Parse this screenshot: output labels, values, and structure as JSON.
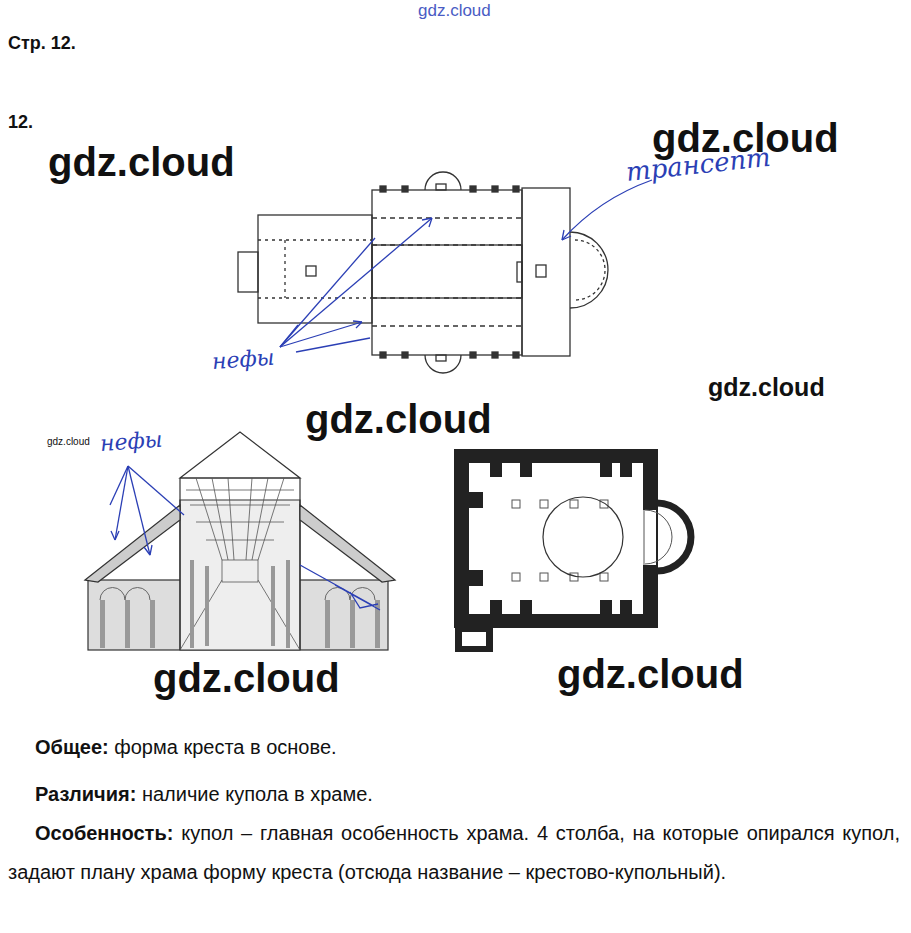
{
  "diagram": {
    "labels": [
      "gdz.cloud",
      "Стр. 12.",
      "12.",
      "gdz.cloud",
      "gdz.cloud",
      "трансепт",
      "gdz.cloud",
      "нефы",
      "gdz.cloud",
      "gdz.cloud",
      "нефы",
      "gdz.cloud",
      "gdz.cloud",
      "Общее:",
      "форма креста в основе.",
      "Различия:",
      "наличие купола в храме.",
      "Особенность:",
      "купол – главная особенность храма. 4 столба, на которые опирался купол, задают плану храма форму креста (отсюда название – крестово-купольный)."
    ]
  }
}
